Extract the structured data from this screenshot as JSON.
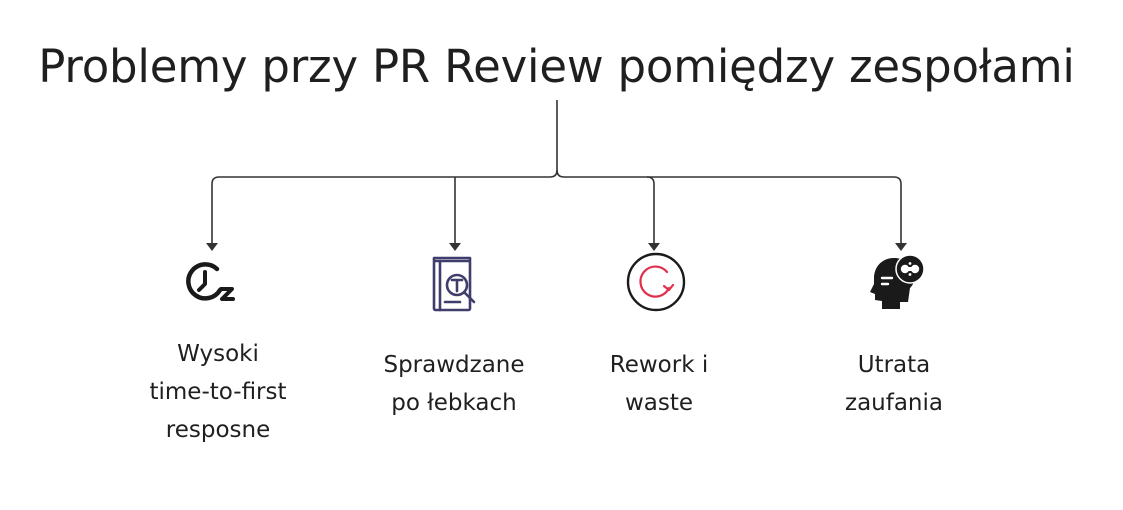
{
  "title": "Problemy przy PR Review pomiędzy zespołami",
  "colors": {
    "text": "#1f1f1f",
    "connector": "#333333",
    "icon_dark": "#1a1a1a",
    "icon_navy": "#3f3d6b",
    "icon_red": "#e0304a"
  },
  "items": [
    {
      "icon": "clock-sleep-icon",
      "label_lines": [
        "Wysoki",
        "time-to-first",
        "resposne"
      ]
    },
    {
      "icon": "document-search-icon",
      "label_lines": [
        "Sprawdzane",
        "po łebkach"
      ]
    },
    {
      "icon": "refresh-circle-icon",
      "label_lines": [
        "Rework i",
        "waste"
      ]
    },
    {
      "icon": "head-puzzle-icon",
      "label_lines": [
        "Utrata",
        "zaufania"
      ]
    }
  ]
}
